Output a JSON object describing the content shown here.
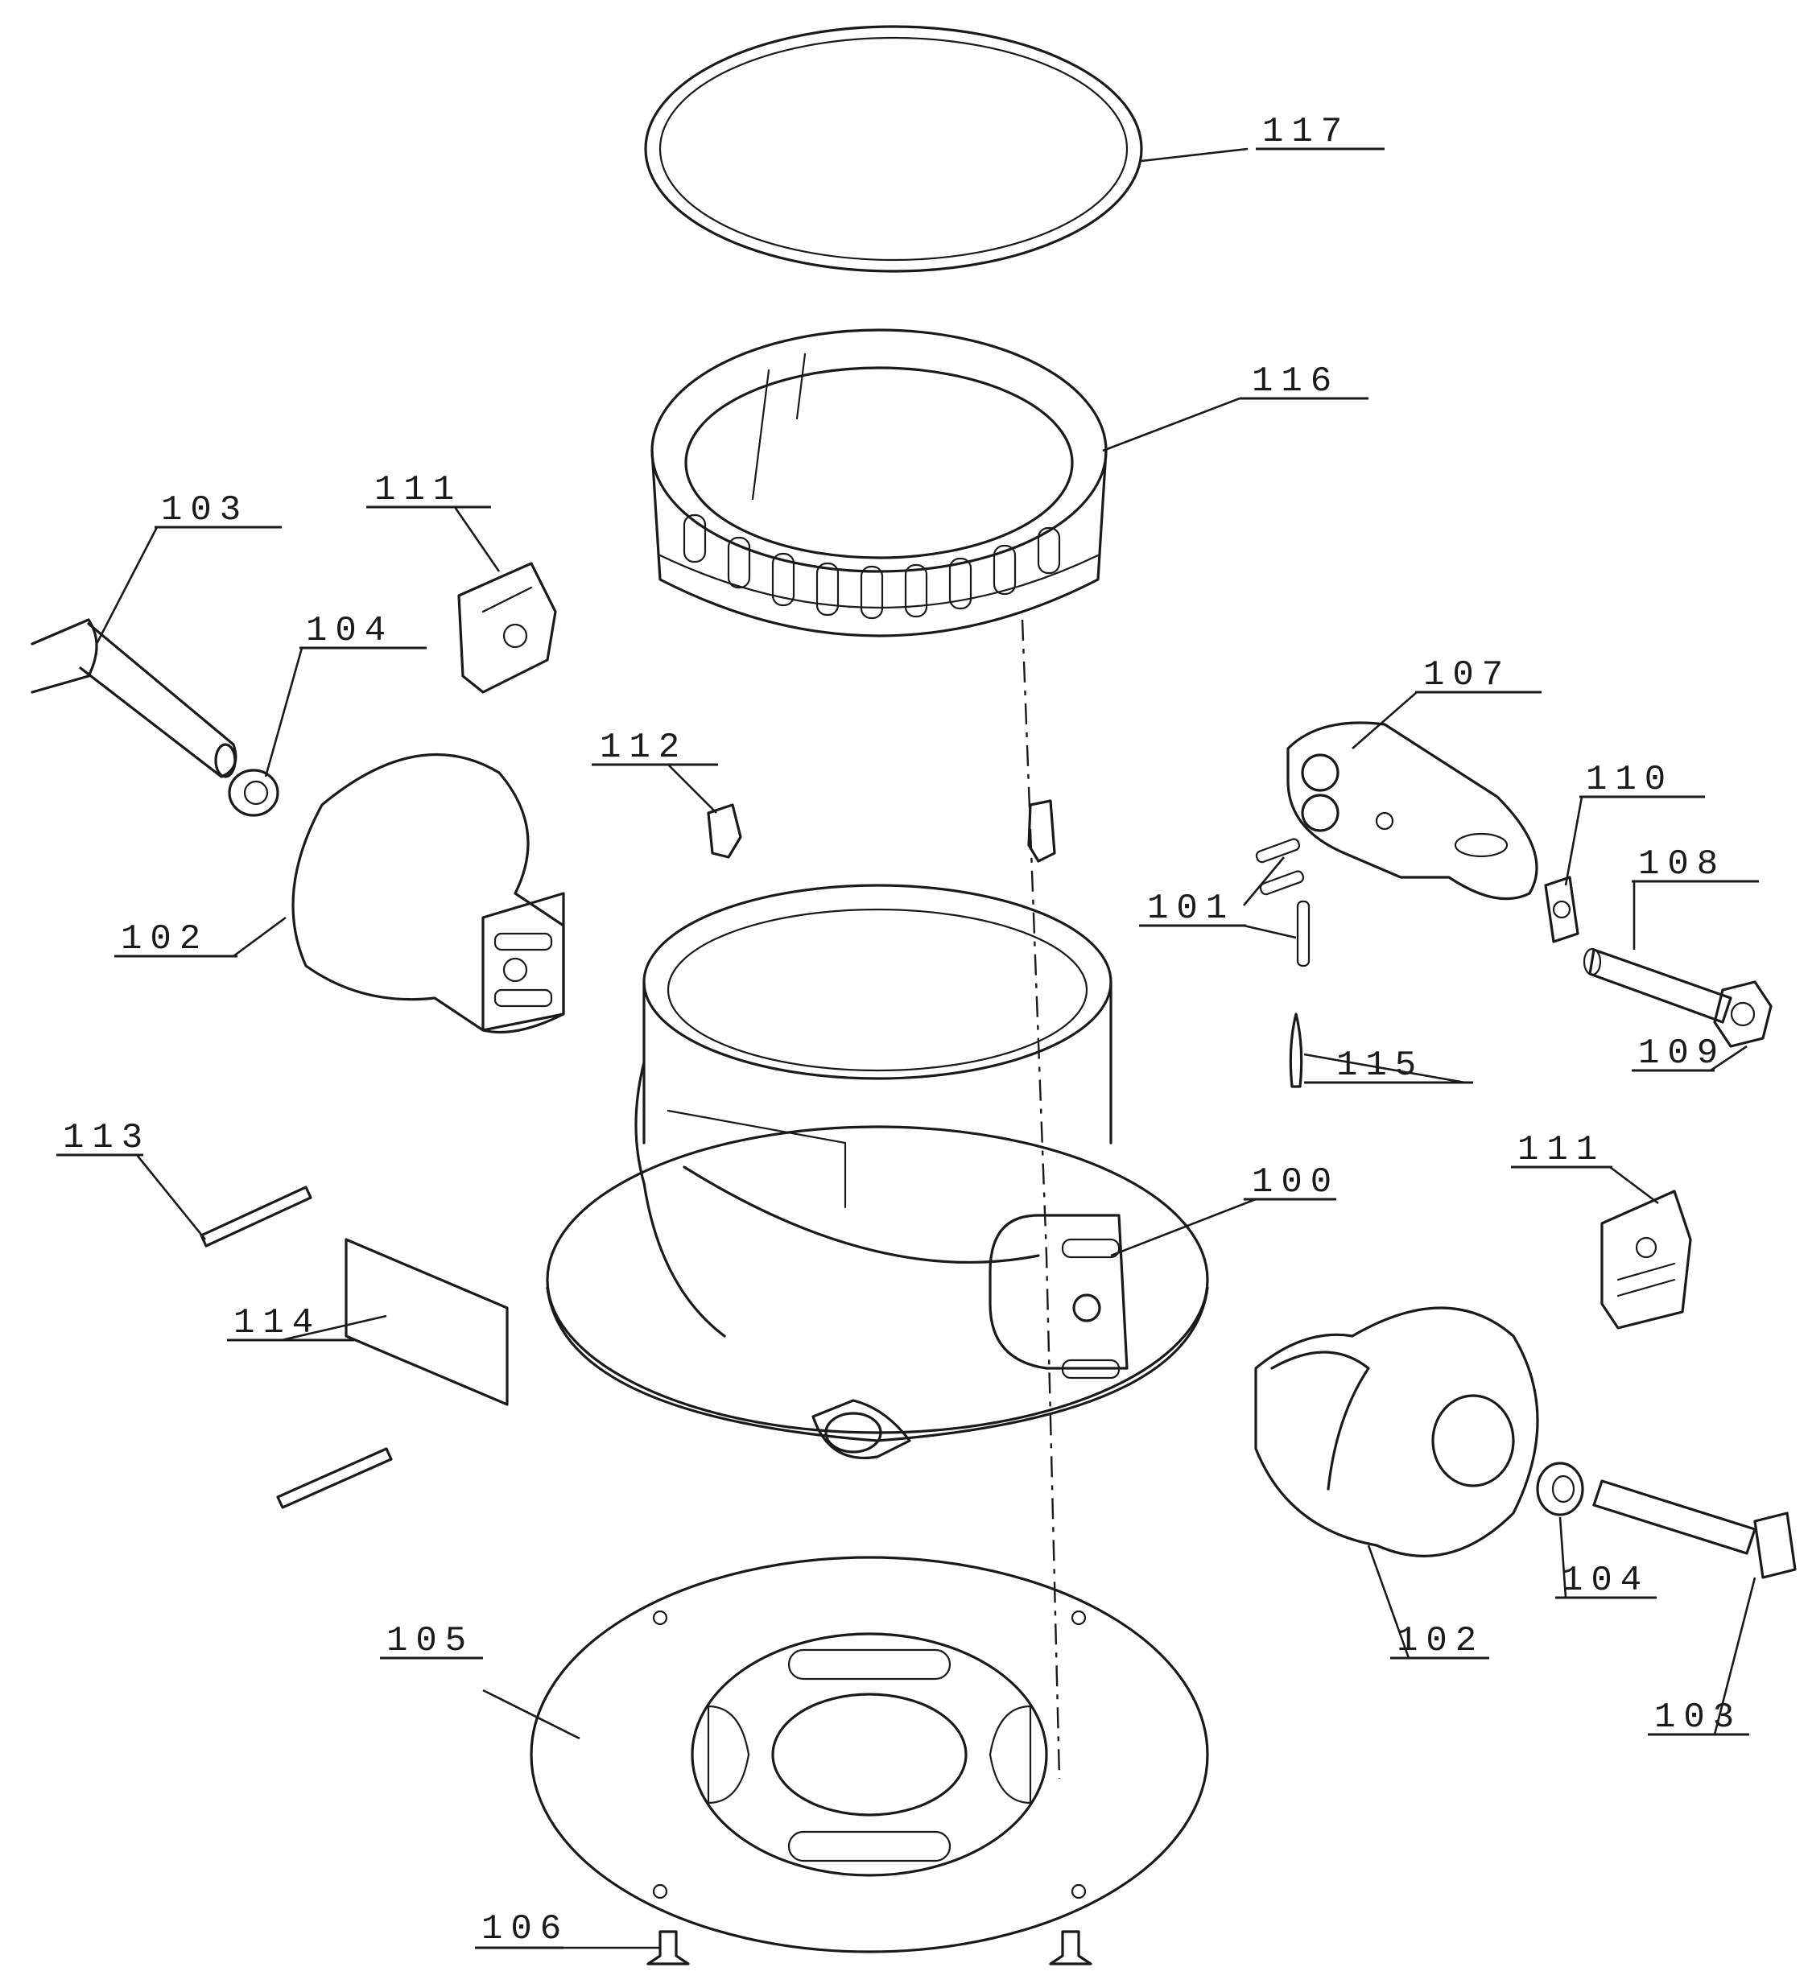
{
  "diagram": {
    "callouts": [
      {
        "id": "c117",
        "label": "117"
      },
      {
        "id": "c116",
        "label": "116"
      },
      {
        "id": "c103a",
        "label": "103"
      },
      {
        "id": "c111a",
        "label": "111"
      },
      {
        "id": "c104a",
        "label": "104"
      },
      {
        "id": "c107",
        "label": "107"
      },
      {
        "id": "c112",
        "label": "112"
      },
      {
        "id": "c110",
        "label": "110"
      },
      {
        "id": "c108",
        "label": "108"
      },
      {
        "id": "c102a",
        "label": "102"
      },
      {
        "id": "c101",
        "label": "101"
      },
      {
        "id": "c109",
        "label": "109"
      },
      {
        "id": "c115",
        "label": "115"
      },
      {
        "id": "c113",
        "label": "113"
      },
      {
        "id": "c111b",
        "label": "111"
      },
      {
        "id": "c100",
        "label": "100"
      },
      {
        "id": "c114",
        "label": "114"
      },
      {
        "id": "c104b",
        "label": "104"
      },
      {
        "id": "c102b",
        "label": "102"
      },
      {
        "id": "c105",
        "label": "105"
      },
      {
        "id": "c103b",
        "label": "103"
      },
      {
        "id": "c106",
        "label": "106"
      }
    ]
  }
}
